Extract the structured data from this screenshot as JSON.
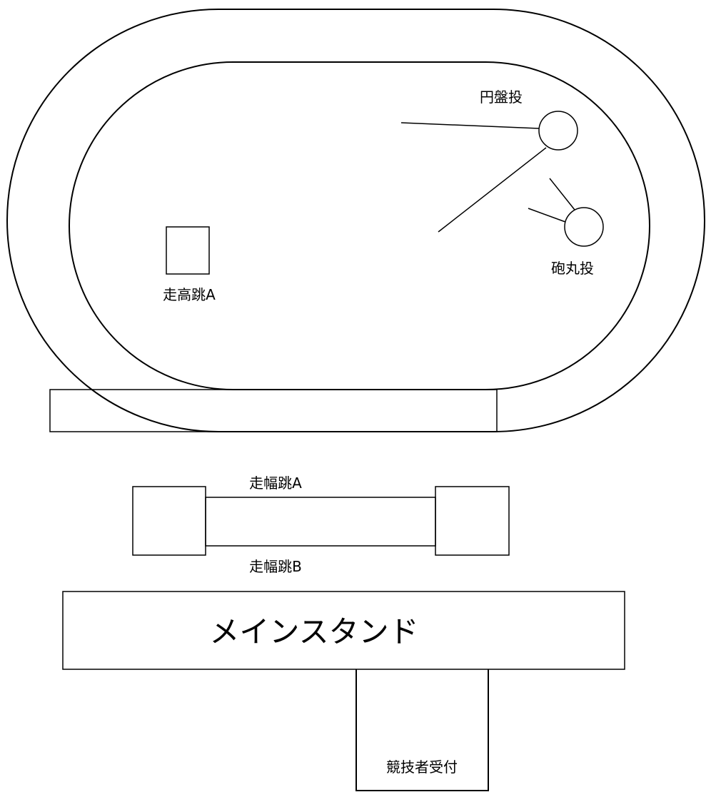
{
  "labels": {
    "discus": "円盤投",
    "shot_put": "砲丸投",
    "high_jump": "走高跳A",
    "long_jump_a": "走幅跳A",
    "long_jump_b": "走幅跳B",
    "main_stand": "メインスタンド",
    "reception": "競技者受付"
  }
}
